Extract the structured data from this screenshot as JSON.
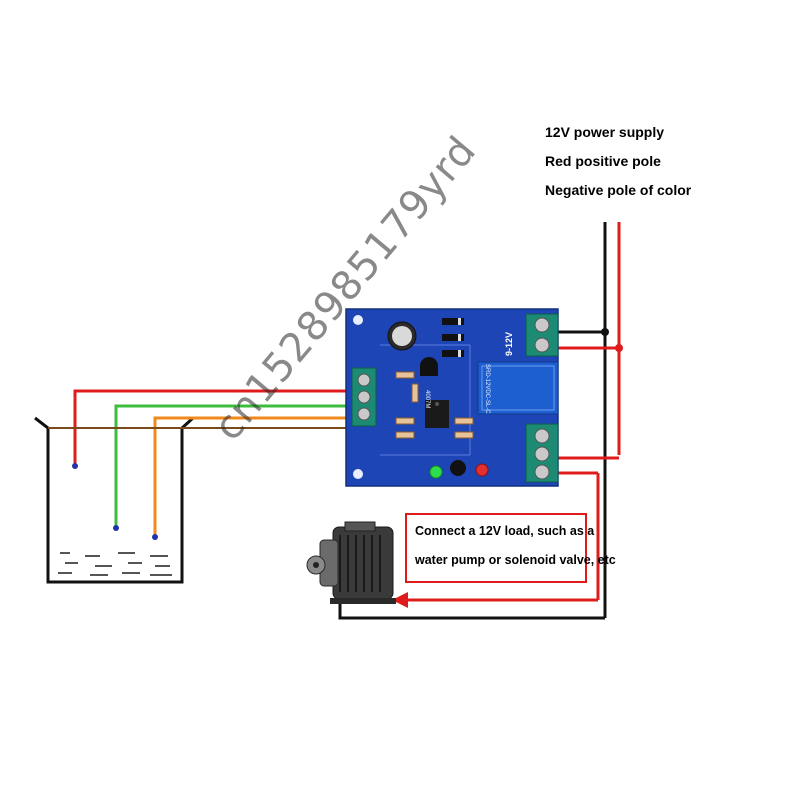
{
  "power_labels": {
    "line1": "12V power supply",
    "line2": "Red positive pole",
    "line3": "Negative pole of color"
  },
  "load_note": {
    "line1": "Connect a 12V load, such as a",
    "line2": "water pump or solenoid valve, etc"
  },
  "watermark": "cn1528985179yrd",
  "board": {
    "terminal_label": "9-12V",
    "relay_label": "SRD-12VDC-SL-C",
    "chip_label": "4007M"
  },
  "colors": {
    "board": "#1d45b5",
    "wire_red": "#e01b1b",
    "wire_black": "#111111",
    "wire_green": "#3dbd3d",
    "wire_orange": "#f08a1e",
    "wire_brown": "#7a4a1a",
    "probe": "#2233aa",
    "terminal_green": "#1d8a73",
    "relay_blue": "#1e5fd0"
  },
  "icons": [
    "water-tank-icon",
    "motor-pump-icon",
    "arrow-right-icon"
  ]
}
